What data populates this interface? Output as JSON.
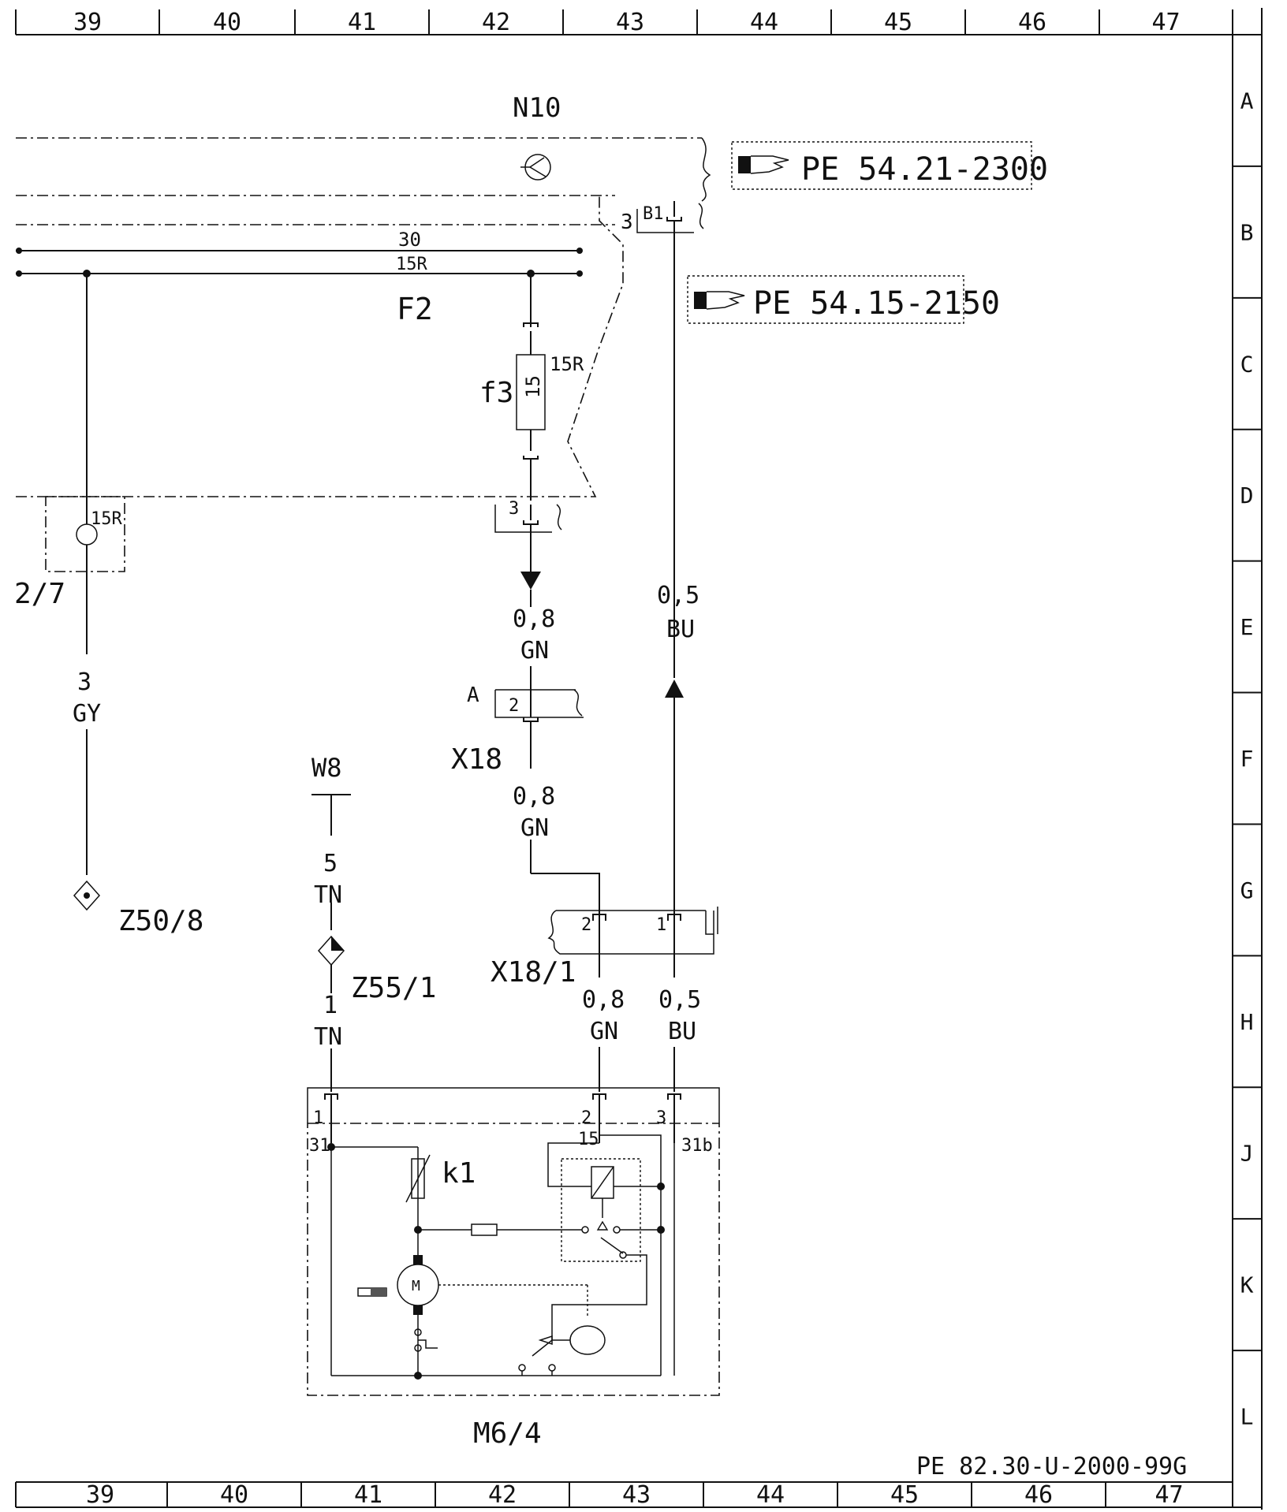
{
  "columns": [
    "39",
    "40",
    "41",
    "42",
    "43",
    "44",
    "45",
    "46",
    "47"
  ],
  "rows": [
    "A",
    "B",
    "C",
    "D",
    "E",
    "F",
    "G",
    "H",
    "J",
    "K",
    "L"
  ],
  "doc_id": "PE 82.30-U-2000-99G",
  "labels": {
    "n10": "N10",
    "f2": "F2",
    "f3": "f3",
    "fuse_15": "15",
    "fuse_15r": "15R",
    "bus_30": "30",
    "bus_15r": "15R",
    "pin_b1": "B1",
    "pin_3_top": "3",
    "pin_3_mid": "3",
    "side_15r": "15R",
    "ref_2_7": "2/7",
    "w8": "W8",
    "w8_num": "5",
    "w8_col": "TN",
    "z55": "Z55/1",
    "z55_num": "1",
    "z55_col": "TN",
    "z50": "Z50/8",
    "gy_num": "3",
    "gy_col": "GY",
    "x18": "X18",
    "x18_a": "A",
    "x18_pin": "2",
    "x18_1": "X18/1",
    "x181_p2": "2",
    "x181_p1": "1",
    "w_gn1": "0,8",
    "w_gn1c": "GN",
    "w_gn2": "0,8",
    "w_gn2c": "GN",
    "w_gn3": "0,8",
    "w_gn3c": "GN",
    "w_bu1": "0,5",
    "w_bu1c": "BU",
    "w_bu2": "0,5",
    "w_bu2c": "BU",
    "m64": "M6/4",
    "m_p1": "1",
    "m_p2": "2",
    "m_p3": "3",
    "m_31": "31",
    "m_15": "15",
    "m_31b": "31b",
    "k1": "k1",
    "motor": "M"
  },
  "refs": {
    "ref1": "PE 54.21-2300",
    "ref2": "PE 54.15-2150"
  },
  "icons": [
    "pointing-hand-icon",
    "transistor-symbol-icon",
    "motor-symbol-icon",
    "ground-point-icon"
  ]
}
